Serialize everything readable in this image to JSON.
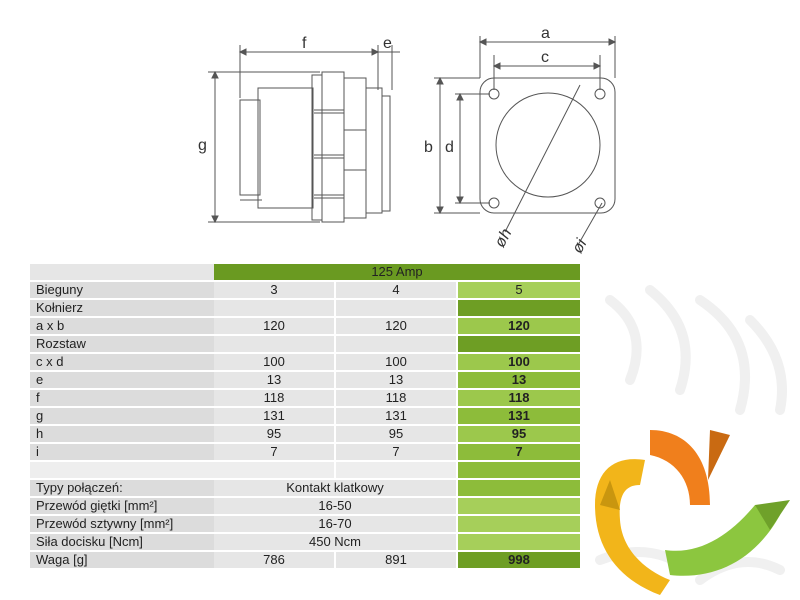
{
  "drawing": {
    "dim_a": "a",
    "dim_b": "b",
    "dim_c": "c",
    "dim_d": "d",
    "dim_e": "e",
    "dim_f": "f",
    "dim_g": "g",
    "dim_h": "øh",
    "dim_i": "øi"
  },
  "table": {
    "header": "125 Amp",
    "rows": {
      "bieguny": {
        "label": "Bieguny",
        "v1": "3",
        "v2": "4",
        "v3": "5"
      },
      "kolnierz": {
        "label": "Kołnierz"
      },
      "axb": {
        "label": "a x b",
        "v1": "120",
        "v2": "120",
        "v3": "120"
      },
      "rozstaw": {
        "label": "Rozstaw"
      },
      "cxd": {
        "label": "c x d",
        "v1": "100",
        "v2": "100",
        "v3": "100"
      },
      "e": {
        "label": "e",
        "v1": "13",
        "v2": "13",
        "v3": "13"
      },
      "f": {
        "label": "f",
        "v1": "118",
        "v2": "118",
        "v3": "118"
      },
      "g": {
        "label": "g",
        "v1": "131",
        "v2": "131",
        "v3": "131"
      },
      "h": {
        "label": "h",
        "v1": "95",
        "v2": "95",
        "v3": "95"
      },
      "i": {
        "label": "i",
        "v1": "7",
        "v2": "7",
        "v3": "7"
      },
      "typy": {
        "label": "Typy połączeń:",
        "value": "Kontakt klatkowy"
      },
      "gietki": {
        "label": "Przewód giętki  [mm²]",
        "value": "16-50"
      },
      "sztywny": {
        "label": "Przewód sztywny [mm²]",
        "value": "16-70"
      },
      "sila": {
        "label": "Siła docisku [Ncm]",
        "value": "450 Ncm"
      },
      "waga": {
        "label": "Waga [g]",
        "v1": "786",
        "v2": "891",
        "v3": "998"
      }
    }
  },
  "colors": {
    "green_dark": "#6a9a21",
    "green": "#8dbc3a",
    "green_light": "#a6cf5a",
    "gray": "#e6e6e6",
    "logo_orange": "#f07f1c",
    "logo_yellow": "#f2b51a",
    "logo_green": "#8cc63f"
  }
}
